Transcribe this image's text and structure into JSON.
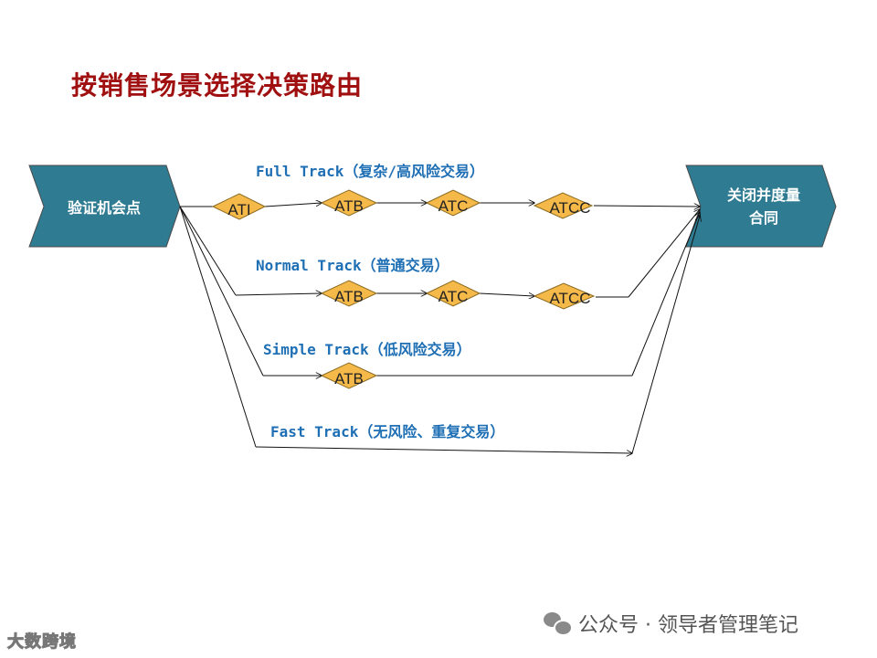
{
  "title": "按销售场景选择决策路由",
  "start_node": {
    "label": "验证机会点"
  },
  "end_node": {
    "line1": "关闭并度量",
    "line2": "合同"
  },
  "tracks": [
    {
      "label": "Full  Track（复杂/高风险交易）",
      "nodes": [
        "ATI",
        "ATB",
        "ATC",
        "ATCC"
      ]
    },
    {
      "label": "Normal  Track（普通交易）",
      "nodes": [
        "ATB",
        "ATC",
        "ATCC"
      ]
    },
    {
      "label": "Simple Track（低风险交易）",
      "nodes": [
        "ATB"
      ]
    },
    {
      "label": "Fast Track（无风险、重复交易）",
      "nodes": []
    }
  ],
  "footer": {
    "wechat": "公众号 · 领导者管理笔记",
    "logo": "大数跨境"
  },
  "colors": {
    "title": "#a01010",
    "track_label": "#1f6fb5",
    "chevron_fill": "#2e7b92",
    "diamond_fill": "#f5b94a",
    "line": "#111111"
  }
}
